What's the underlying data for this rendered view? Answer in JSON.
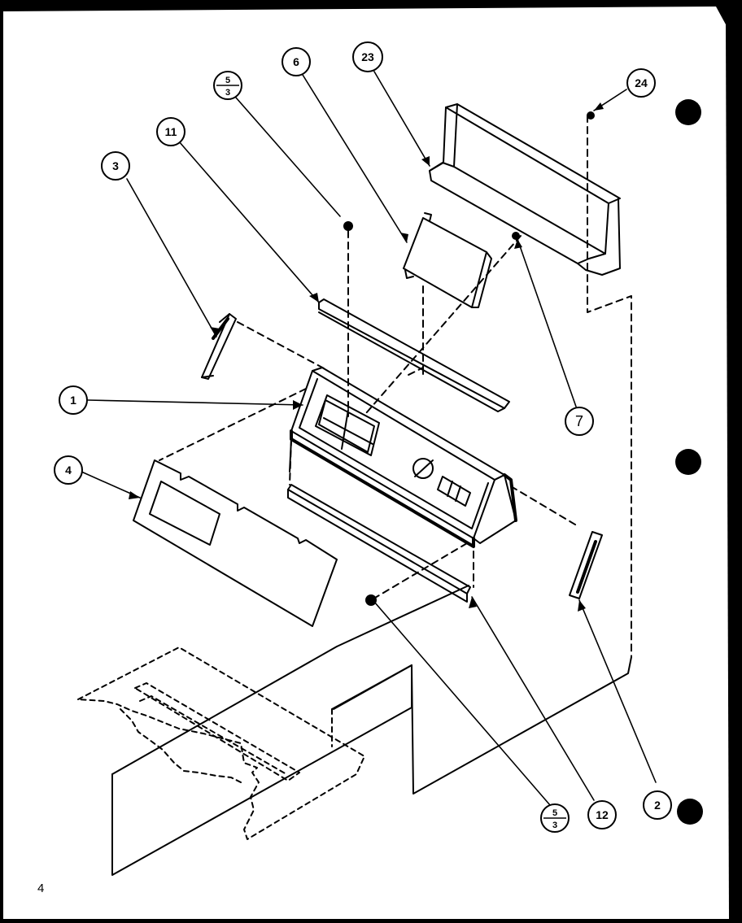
{
  "page_number": "4",
  "callouts": {
    "c1": "1",
    "c2": "2",
    "c3": "3",
    "c4": "4",
    "c6": "6",
    "c7": "7",
    "c11": "11",
    "c12": "12",
    "c23": "23",
    "c24": "24",
    "c5a_top": "5",
    "c5a_bottom": "3",
    "c5b_top": "5",
    "c5b_bottom": "3"
  },
  "colors": {
    "paper": "#ffffff",
    "ink": "#000000",
    "scan_border": "#000000"
  }
}
